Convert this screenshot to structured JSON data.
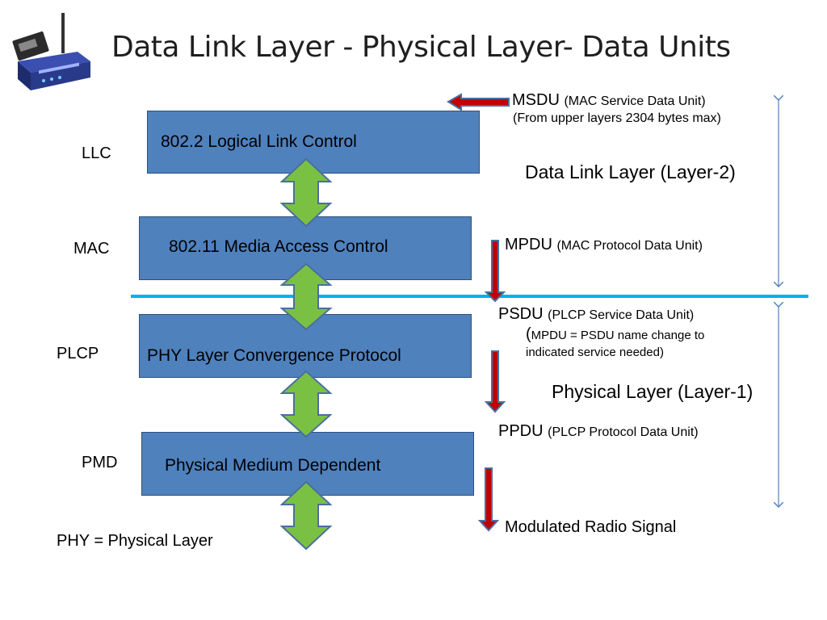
{
  "title": "Data Link Layer - Physical Layer- Data Units",
  "boxes": {
    "llc": "802.2 Logical Link Control",
    "mac": "802.11 Media Access Control",
    "plcp": "PHY Layer Convergence Protocol",
    "pmd": "Physical Medium Dependent"
  },
  "side_labels": {
    "llc": "LLC",
    "mac": "MAC",
    "plcp": "PLCP",
    "pmd": "PMD",
    "phy_note": "PHY = Physical Layer"
  },
  "units": {
    "msdu": {
      "abbr": "MSDU",
      "expansion": "(MAC Service Data Unit)",
      "detail": "(From upper layers 2304 bytes max)"
    },
    "mpdu": {
      "abbr": "MPDU",
      "expansion": "(MAC Protocol Data Unit)"
    },
    "psdu": {
      "abbr": "PSDU",
      "expansion": "(PLCP Service Data Unit)",
      "note_open": "(",
      "note_line1": "MPDU = PSDU name change to",
      "note_line2": "indicated service needed)"
    },
    "ppdu": {
      "abbr": "PPDU",
      "expansion": "(PLCP Protocol Data Unit)"
    },
    "radio": "Modulated Radio Signal"
  },
  "layers": {
    "layer2": "Data Link Layer (Layer-2)",
    "layer1": "Physical Layer (Layer-1)"
  },
  "colors": {
    "box_fill": "#4f81bd",
    "double_arrow": "#7ac143",
    "pdu_arrow": "#c00000",
    "divider": "#00b0f0",
    "span_arrow": "#4f81bd"
  },
  "icons": [
    "router-icon",
    "network-card-icon"
  ]
}
